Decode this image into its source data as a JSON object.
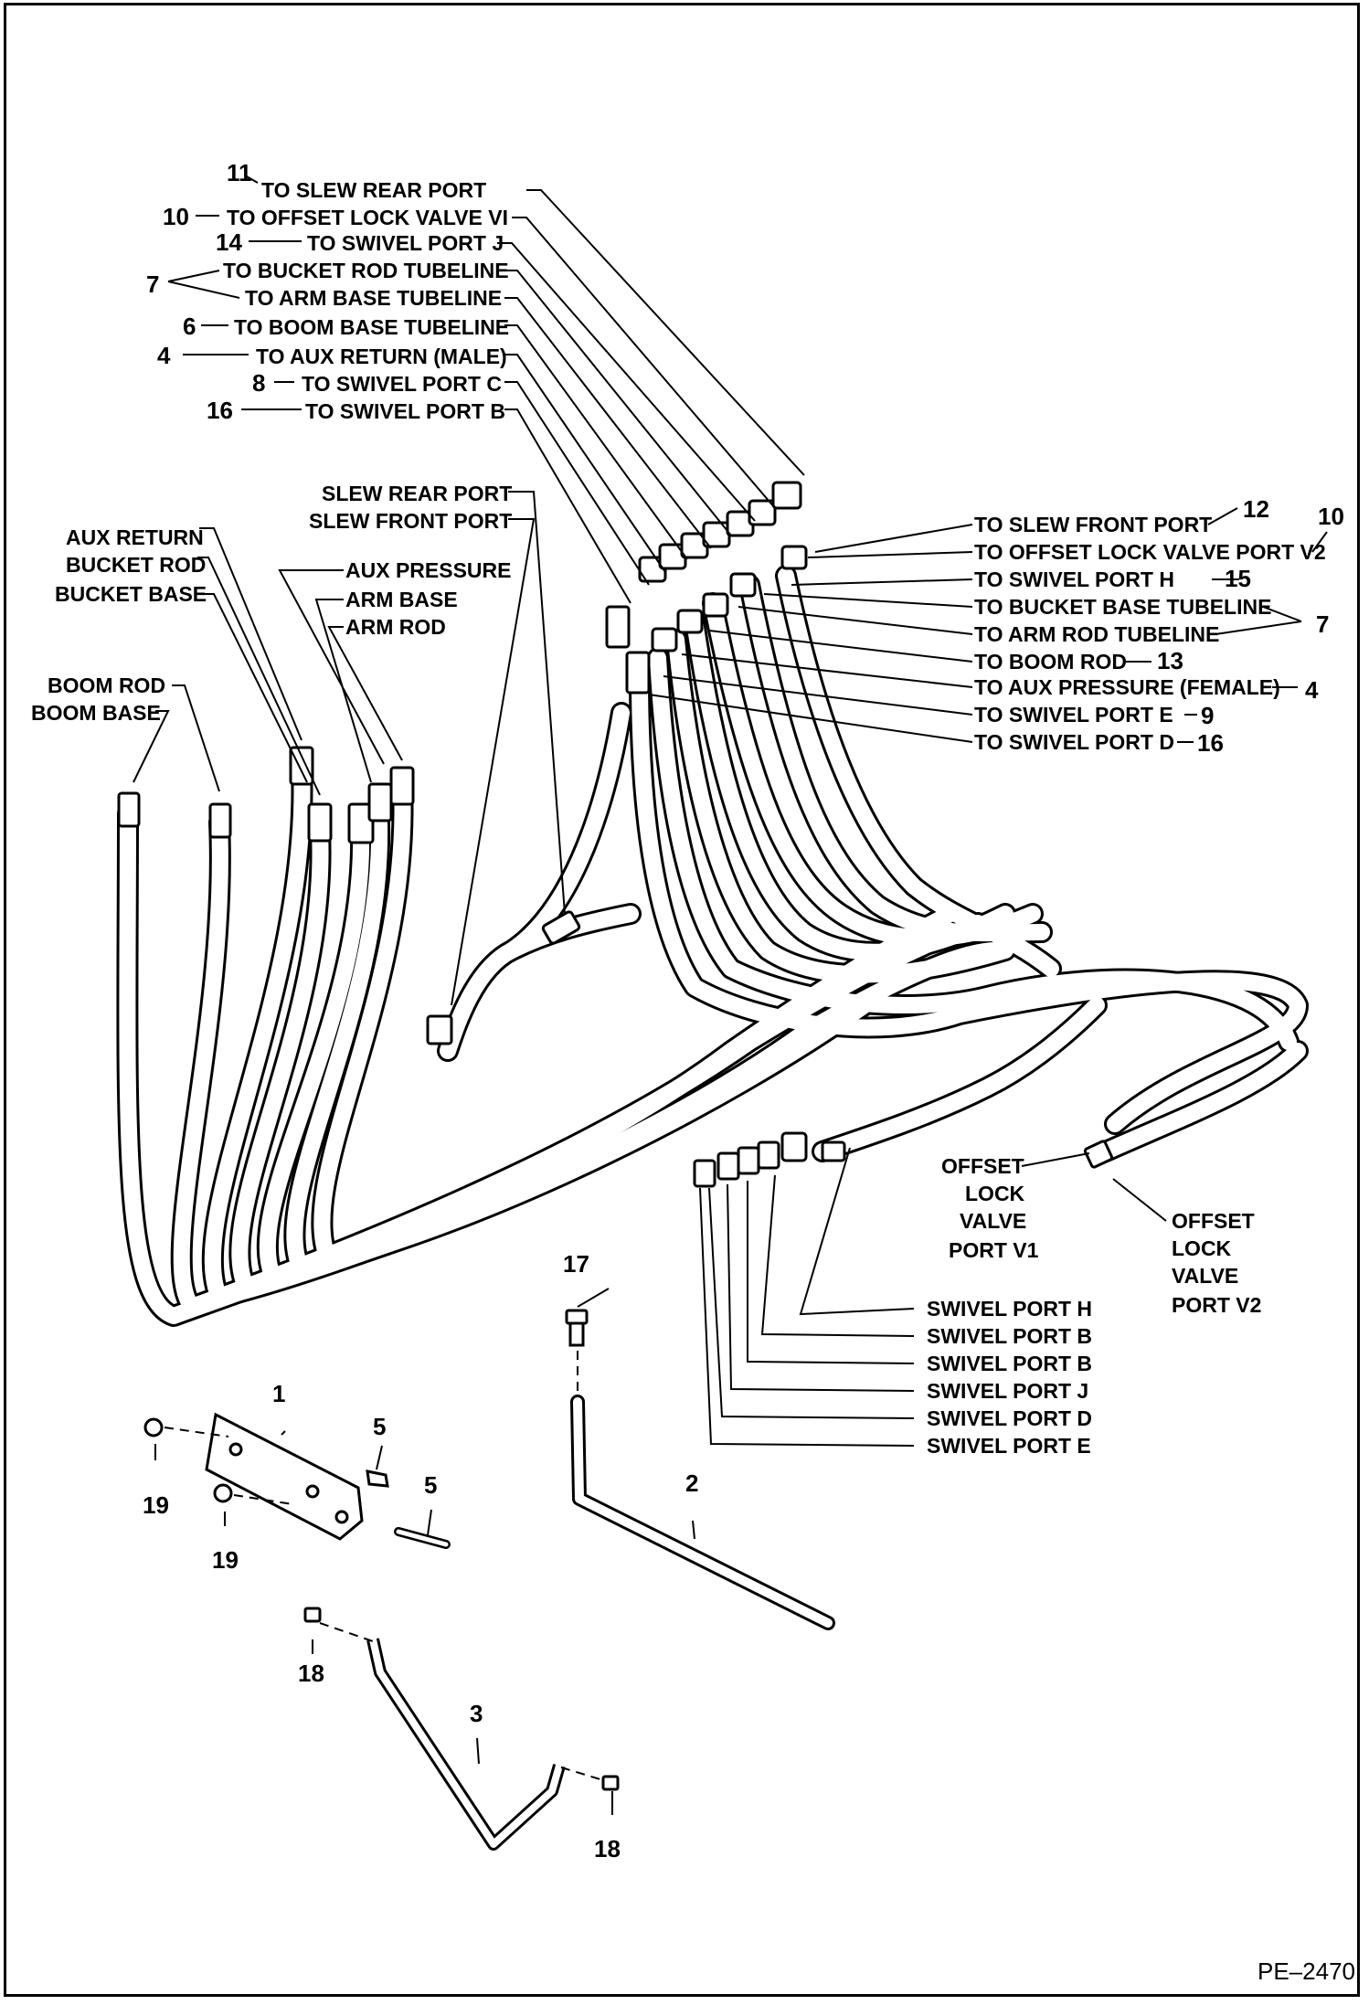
{
  "callouts_top_left": [
    {
      "num": "11",
      "label": "TO SLEW REAR PORT"
    },
    {
      "num": "10",
      "label": "TO OFFSET LOCK VALVE VI"
    },
    {
      "num": "14",
      "label": "TO SWIVEL PORT J"
    },
    {
      "num": "7",
      "label": "TO BUCKET ROD TUBELINE"
    },
    {
      "num": "",
      "label": "TO ARM BASE TUBELINE"
    },
    {
      "num": "6",
      "label": "TO BOOM BASE TUBELINE"
    },
    {
      "num": "4",
      "label": "TO AUX RETURN (MALE)"
    },
    {
      "num": "8",
      "label": "TO SWIVEL PORT C"
    },
    {
      "num": "16",
      "label": "TO SWIVEL PORT B"
    }
  ],
  "callouts_right": [
    {
      "label": "TO SLEW FRONT PORT",
      "num": "12"
    },
    {
      "label": "TO OFFSET LOCK VALVE PORT V2",
      "num": "10"
    },
    {
      "label": "TO SWIVEL PORT H",
      "num": "15"
    },
    {
      "label": "TO BUCKET BASE TUBELINE",
      "num": "7"
    },
    {
      "label": "TO ARM ROD TUBELINE",
      "num": ""
    },
    {
      "label": "TO BOOM ROD",
      "num": "13"
    },
    {
      "label": "TO AUX PRESSURE (FEMALE)",
      "num": "4"
    },
    {
      "label": "TO SWIVEL PORT E",
      "num": "9"
    },
    {
      "label": "TO SWIVEL PORT D",
      "num": "16"
    }
  ],
  "hose_end_labels": {
    "slew_rear_port": "SLEW REAR PORT",
    "slew_front_port": "SLEW FRONT PORT",
    "aux_return": "AUX RETURN",
    "bucket_rod": "BUCKET ROD",
    "bucket_base": "BUCKET BASE",
    "aux_pressure": "AUX PRESSURE",
    "arm_base": "ARM BASE",
    "arm_rod": "ARM ROD",
    "boom_rod": "BOOM ROD",
    "boom_base": "BOOM BASE"
  },
  "offset_v1_lines": [
    "OFFSET",
    "LOCK",
    "VALVE",
    "PORT V1"
  ],
  "offset_v2_lines": [
    "OFFSET",
    "LOCK",
    "VALVE",
    "PORT V2"
  ],
  "swivel_ports": [
    "SWIVEL PORT H",
    "SWIVEL PORT B",
    "SWIVEL PORT B",
    "SWIVEL PORT J",
    "SWIVEL PORT D",
    "SWIVEL PORT E"
  ],
  "part_numbers": {
    "p1": "1",
    "p2": "2",
    "p3": "3",
    "p5a": "5",
    "p5b": "5",
    "p17": "17",
    "p18a": "18",
    "p18b": "18",
    "p19a": "19",
    "p19b": "19"
  },
  "figure_code": "PE–2470"
}
